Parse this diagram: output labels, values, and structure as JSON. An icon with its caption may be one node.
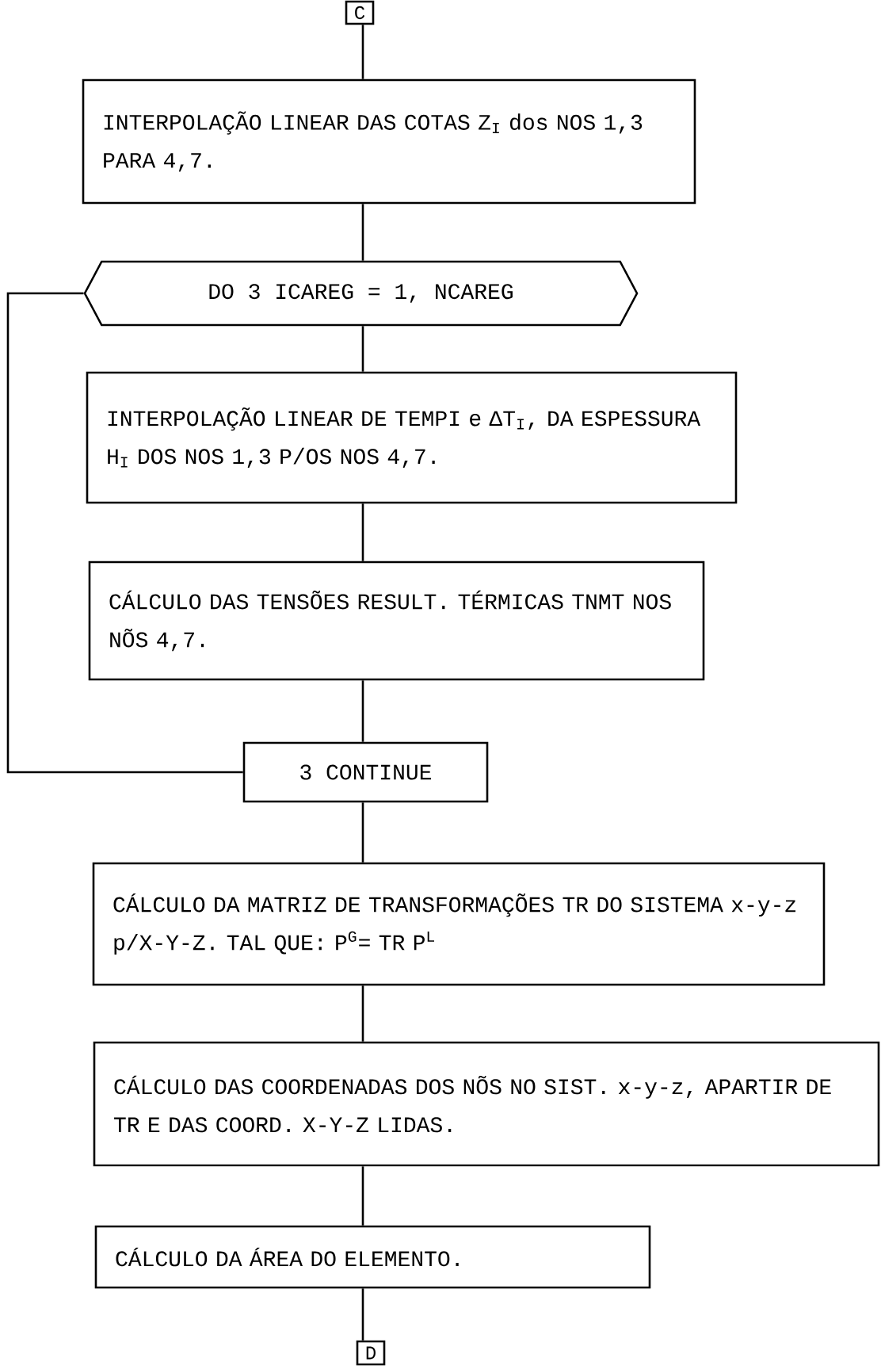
{
  "diagram": {
    "nodes": [
      {
        "text": [
          "C"
        ]
      },
      {
        "text": [
          "INTERPOLAÇÃO LINEAR DAS COTAS Z$_{I}$ dos NOS 1,3 PARA 4,7."
        ]
      },
      {
        "text": [
          "DO 3 ICAREG = 1, NCAREG"
        ]
      },
      {
        "text": [
          "INTERPOLAÇÃO LINEAR DE TEMPI e ΔT$_{I}$, DA ESPESSURA H$_{I}$ DOS NOS 1,3 P/OS NOS 4,7."
        ]
      },
      {
        "text": [
          "CÁLCULO DAS TENSÕES RESULT. TÉRMICAS TNMT NOS NÕS 4,7."
        ]
      },
      {
        "text": [
          "3 CONTINUE"
        ]
      },
      {
        "text": [
          "CÁLCULO DA MATRIZ DE TRANSFORMAÇÕES TR DO SISTEMA x-y-z p/X-Y-Z. TAL QUE: P$^{G}$= TR P$^{L}$"
        ]
      },
      {
        "text": [
          "CÁLCULO DAS COORDENADAS DOS NÕS NO SIST. x-y-z, APARTIR DE TR E DAS COORD. X-Y-Z LIDAS."
        ]
      },
      {
        "text": [
          "CÁLCULO DA ÁREA DO ELEMENTO."
        ]
      },
      {
        "text": [
          "D"
        ]
      }
    ],
    "edges": [
      {
        "from": 0,
        "to": 1,
        "arrow": "none"
      },
      {
        "from": 1,
        "to": 2,
        "arrow": "none"
      },
      {
        "from": 2,
        "to": 3,
        "arrow": "none"
      },
      {
        "from": 3,
        "to": 4,
        "arrow": "none"
      },
      {
        "from": 4,
        "to": 5,
        "arrow": "none"
      },
      {
        "from": 5,
        "to": 2,
        "arrow": "none"
      },
      {
        "from": 5,
        "to": 6,
        "arrow": "none"
      },
      {
        "from": 6,
        "to": 7,
        "arrow": "none"
      },
      {
        "from": 7,
        "to": 8,
        "arrow": "none"
      },
      {
        "from": 8,
        "to": 9,
        "arrow": "none"
      }
    ]
  }
}
